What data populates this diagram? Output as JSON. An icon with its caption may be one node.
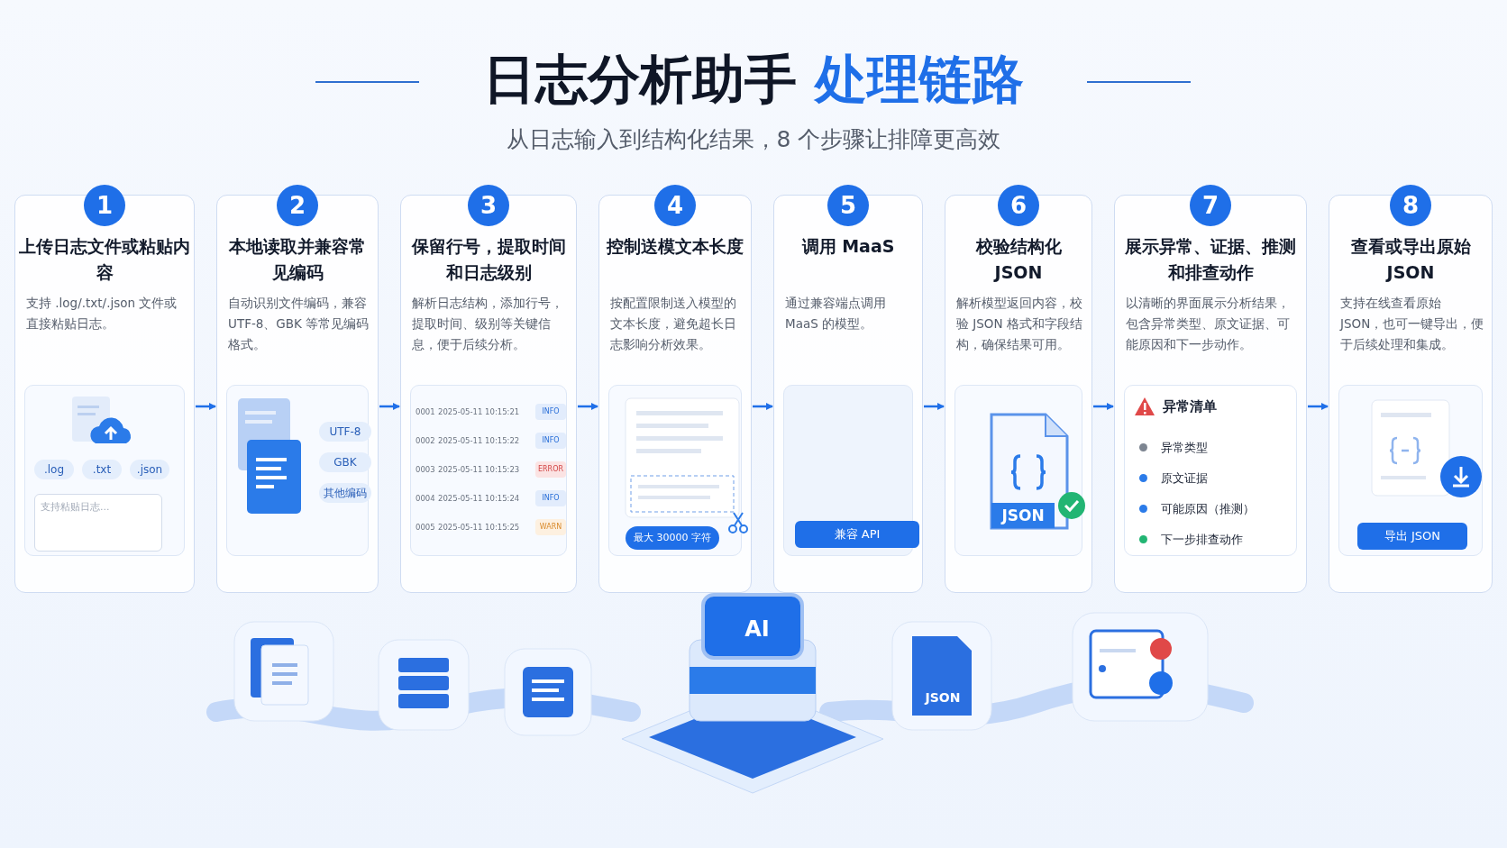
{
  "diagram": {
    "title": "日志分析助手 *处理链路*",
    "nodes": [
      {
        "text": [
          "1",
          "上传日志文件或粘贴内容",
          "支持 .log/.txt/.json 文件或直接粘贴日志。"
        ]
      },
      {
        "text": [
          "2",
          "本地读取并兼容常见编码",
          "自动识别文件编码，兼容 UTF-8、GBK 等常见编码格式。"
        ]
      },
      {
        "text": [
          "3",
          "保留行号，提取时间和日志级别",
          "解析日志结构，添加行号，提取时间、级别等关键信息，便于后续分析。"
        ]
      },
      {
        "text": [
          "4",
          "控制送模文本长度",
          "按配置限制送入模型的文本长度，避免超长日志影响分析效果。"
        ]
      },
      {
        "text": [
          "5",
          "调用 MaaS",
          "通过兼容端点调用 MaaS 的模型。"
        ]
      },
      {
        "text": [
          "6",
          "校验结构化 JSON",
          "解析模型返回内容，校验 JSON 格式和字段结构，确保结果可用。"
        ]
      },
      {
        "text": [
          "7",
          "展示异常、证据、推测和排查动作",
          "以清晰的界面展示分析结果，包含异常类型、原文证据、可能原因和下一步动作。"
        ]
      },
      {
        "text": [
          "8",
          "查看或导出原始 JSON",
          "支持在线查看原始 JSON，也可一键导出，便于后续处理和集成。"
        ]
      }
    ],
    "edges": [
      {
        "from": 0,
        "to": 1,
        "arrow": "to"
      },
      {
        "from": 1,
        "to": 2,
        "arrow": "to"
      },
      {
        "from": 2,
        "to": 3,
        "arrow": "to"
      },
      {
        "from": 3,
        "to": 4,
        "arrow": "to"
      },
      {
        "from": 4,
        "to": 5,
        "arrow": "to"
      },
      {
        "from": 5,
        "to": 6,
        "arrow": "to"
      },
      {
        "from": 6,
        "to": 7,
        "arrow": "to"
      }
    ],
    "labels": [
      "从日志输入到结构化结果，8 个步骤让排障更高效",
      ".log",
      ".txt",
      ".json",
      "支持粘贴日志...",
      "UTF-8",
      "GBK",
      "其他编码",
      "0001",
      "2025-05-11 10:15:21",
      "INFO",
      "0002",
      "2025-05-11 10:15:22",
      "INFO",
      "0003",
      "2025-05-11 10:15:23",
      "ERROR",
      "0004",
      "2025-05-11 10:15:24",
      "INFO",
      "0005",
      "2025-05-11 10:15:25",
      "WARN",
      "最大 30000 字符",
      "兼容 API",
      "JSON",
      "异常清单",
      "异常类型",
      "原文证据",
      "可能原因（推测）",
      "下一步排查动作",
      "导出 JSON",
      "AI",
      "JSON"
    ]
  }
}
